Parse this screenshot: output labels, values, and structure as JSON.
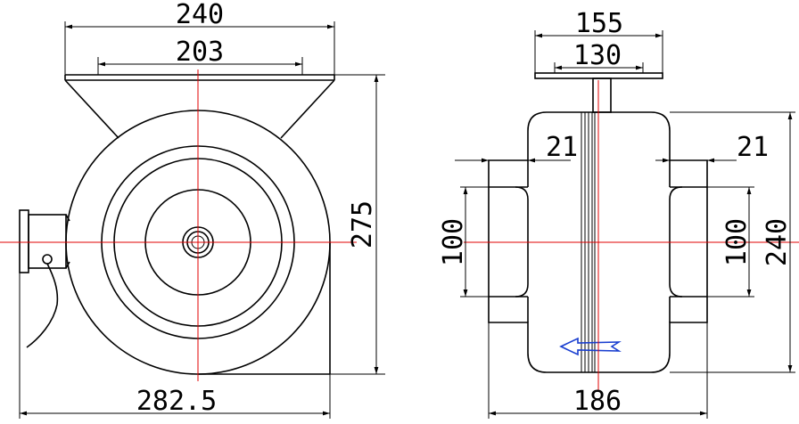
{
  "drawing": {
    "front_view": {
      "dim_top_outer": "240",
      "dim_top_inner": "203",
      "dim_height": "275",
      "dim_bottom": "282.5"
    },
    "side_view": {
      "dim_top_outer": "155",
      "dim_top_inner": "130",
      "dim_left_wall": "21",
      "dim_right_wall": "21",
      "dim_left_opening": "100",
      "dim_right_opening": "100",
      "dim_height": "240",
      "dim_bottom": "186"
    },
    "colors": {
      "line": "#000000",
      "centerline": "#e00000",
      "flow_arrow": "#1a3fd0"
    },
    "icons": {
      "flow_direction": "left-arrow-icon"
    }
  }
}
